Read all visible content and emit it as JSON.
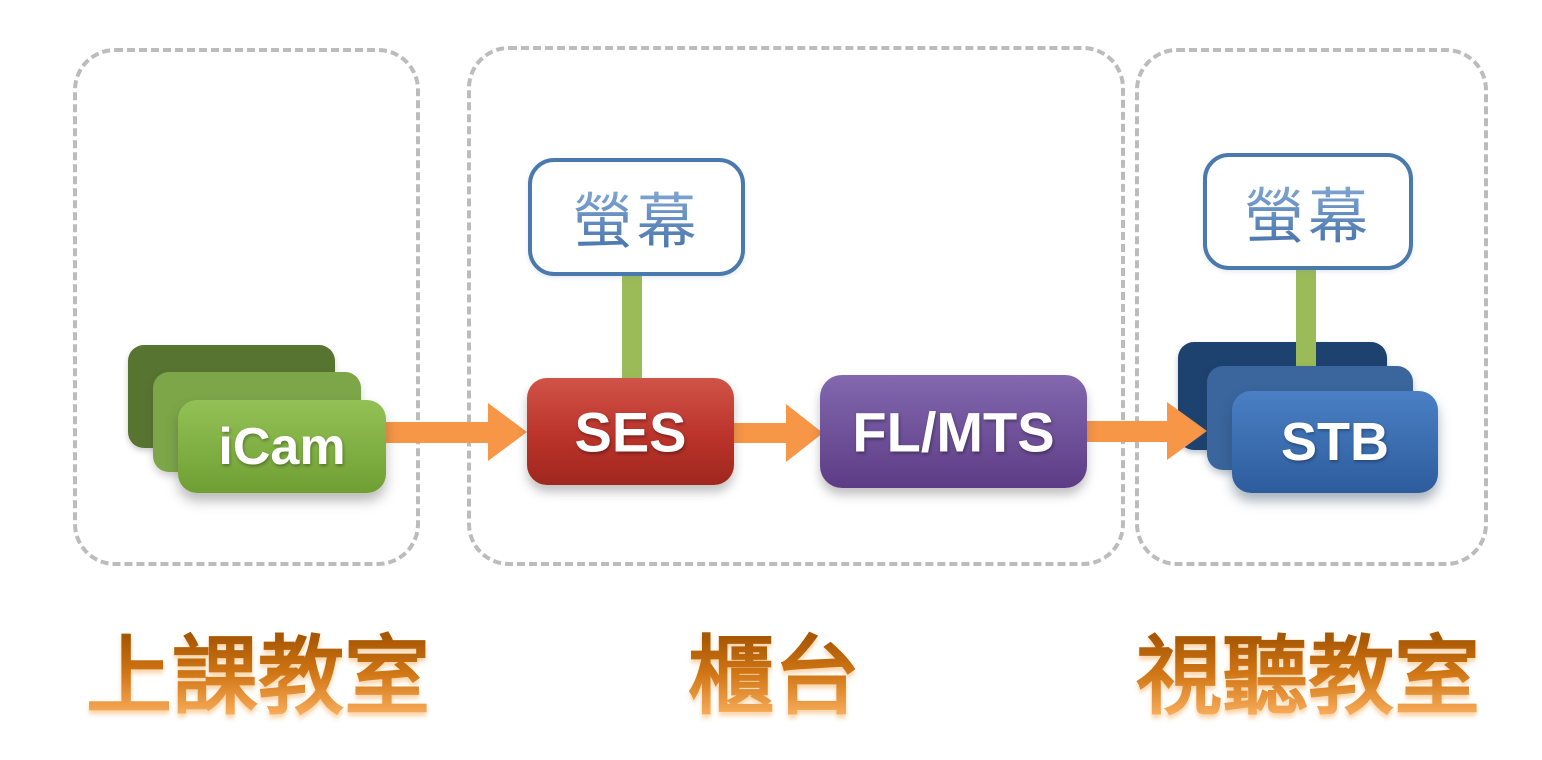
{
  "groups": {
    "classroom": {
      "label": "上課教室"
    },
    "counter": {
      "label": "櫃台"
    },
    "av_room": {
      "label": "視聽教室"
    }
  },
  "nodes": {
    "icam": {
      "label": "iCam"
    },
    "counter_monitor": {
      "label": "螢幕"
    },
    "ses": {
      "label": "SES"
    },
    "fl_mts": {
      "label": "FL/MTS"
    },
    "av_monitor": {
      "label": "螢幕"
    },
    "stb": {
      "label": "STB"
    }
  },
  "connections": [
    {
      "from": "icam",
      "to": "ses",
      "type": "arrow"
    },
    {
      "from": "ses",
      "to": "fl_mts",
      "type": "arrow"
    },
    {
      "from": "fl_mts",
      "to": "stb",
      "type": "arrow"
    },
    {
      "from": "counter_monitor",
      "to": "ses",
      "type": "line"
    },
    {
      "from": "av_monitor",
      "to": "stb",
      "type": "line"
    }
  ],
  "colors": {
    "dash_border": "#bcbcbc",
    "arrow": "#f79646",
    "connector": "#9bbb59",
    "icam_back": "#587431",
    "icam_mid": "#7ca648",
    "icam_front_top": "#93c156",
    "icam_front_bottom": "#6f9f33",
    "ses_top": "#d05348",
    "ses_mid": "#bb332a",
    "ses_bottom": "#9f271e",
    "flmts_top": "#8268ae",
    "flmts_bottom": "#5d3c86",
    "stb_back": "#1d4270",
    "stb_mid": "#3a659d",
    "stb_front_top": "#4a80c4",
    "stb_front_bottom": "#2d5c9d",
    "monitor_border": "#4a79ae",
    "monitor_text_top": "#8fb2dd",
    "monitor_text_bottom": "#3f6da6",
    "label_top": "#a85703",
    "label_mid": "#cf7514",
    "label_bottom": "#fbaf5e"
  }
}
